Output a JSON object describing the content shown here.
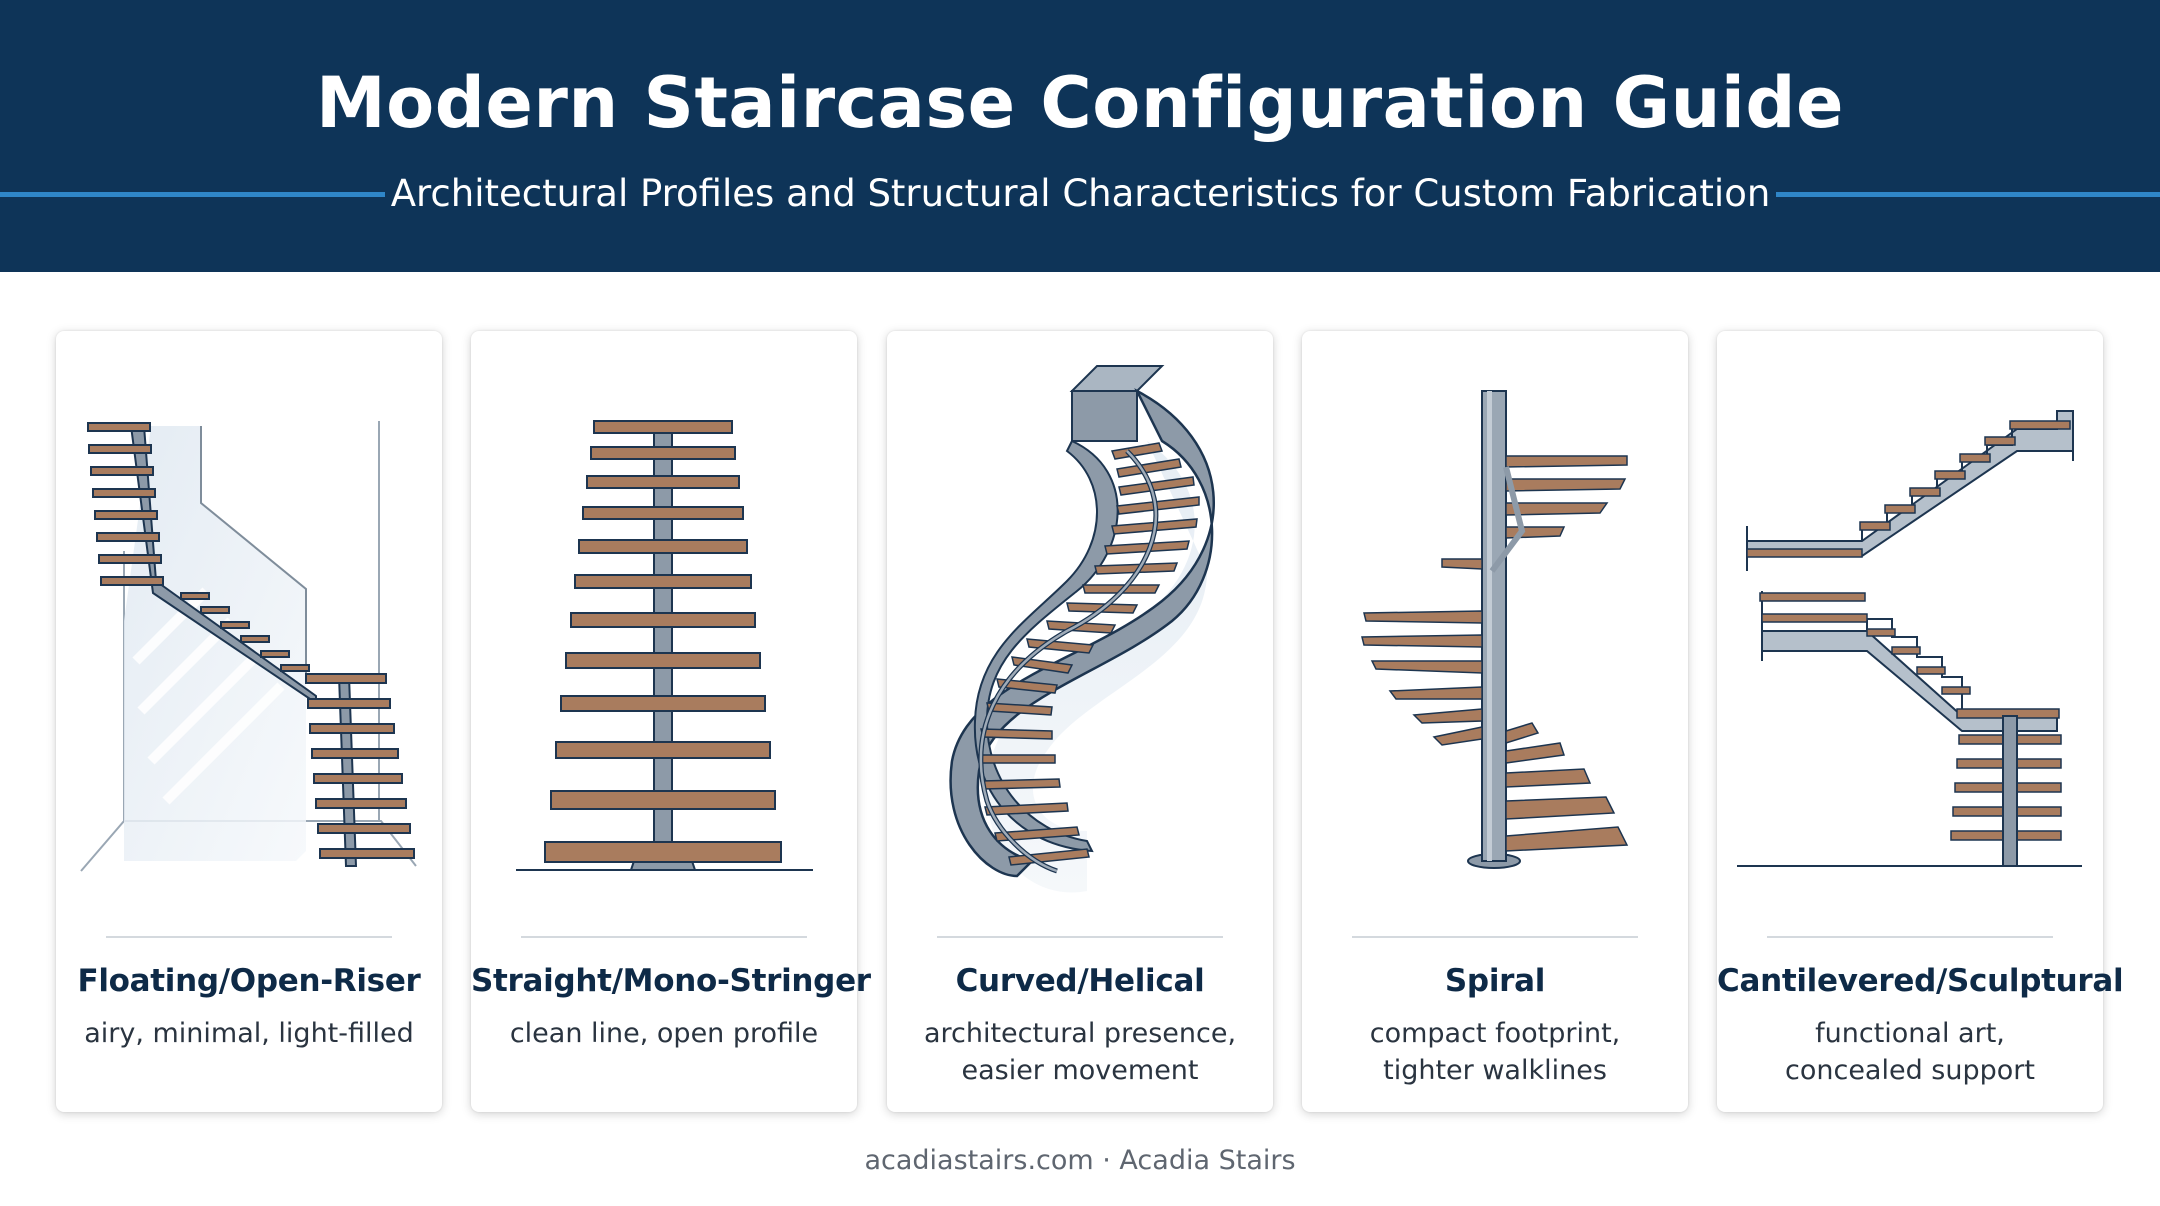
{
  "header": {
    "title": "Modern Staircase Configuration Guide",
    "subtitle": "Architectural Profiles and Structural Characteristics for Custom Fabrication"
  },
  "cards": [
    {
      "name": "Floating/Open-Riser",
      "desc": [
        "airy, minimal, light-filled"
      ],
      "illustration": "floating-open-riser-staircase"
    },
    {
      "name": "Straight/Mono-Stringer",
      "desc": [
        "clean line, open profile"
      ],
      "illustration": "mono-stringer-staircase"
    },
    {
      "name": "Curved/Helical",
      "desc": [
        "architectural presence,",
        "easier movement"
      ],
      "illustration": "helical-staircase"
    },
    {
      "name": "Spiral",
      "desc": [
        "compact footprint,",
        "tighter walklines"
      ],
      "illustration": "spiral-staircase"
    },
    {
      "name": "Cantilevered/Sculptural",
      "desc": [
        "functional art,",
        "concealed support"
      ],
      "illustration": "cantilevered-staircase"
    }
  ],
  "footer": {
    "text": "acadiastairs.com · Acadia Stairs"
  },
  "colors": {
    "header_bg": "#0e3458",
    "accent_line": "#2f86c8",
    "tread_wood": "#a97c5e",
    "steel": "#8d9aa8",
    "outline": "#1d3550"
  }
}
